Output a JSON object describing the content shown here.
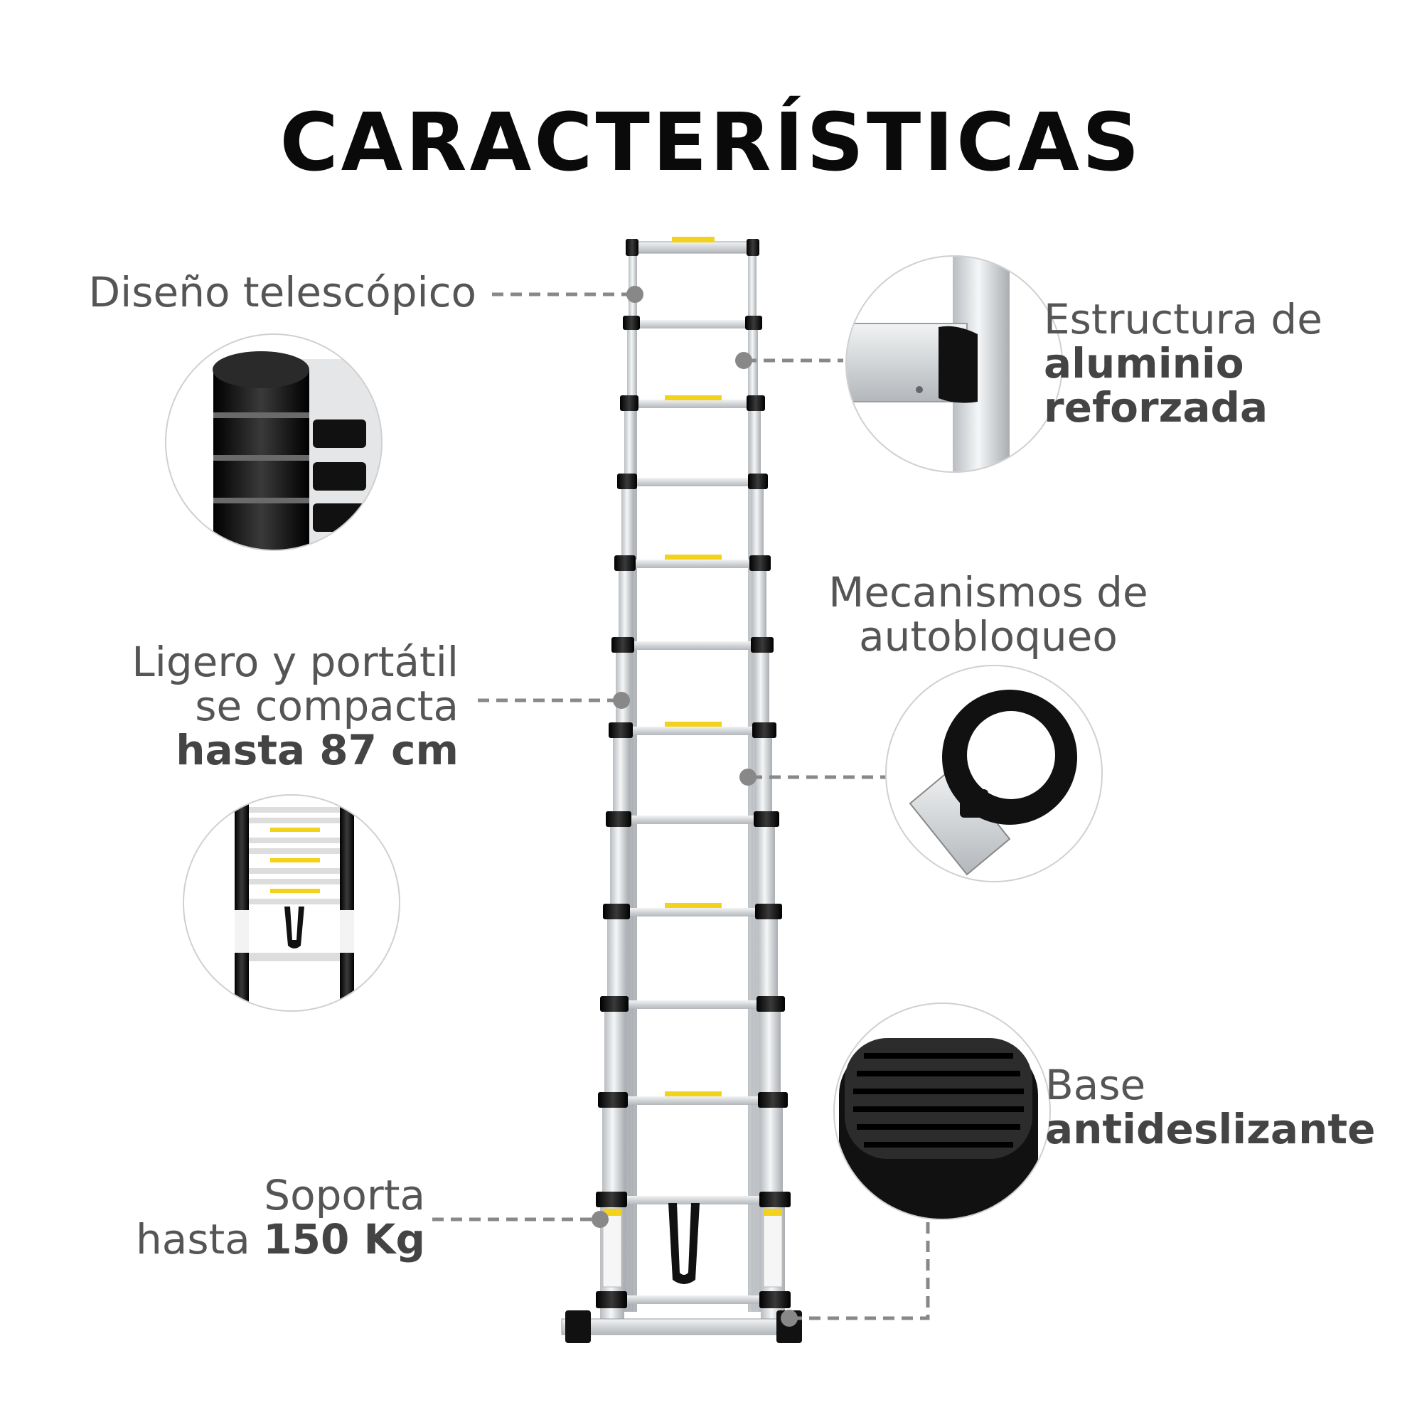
{
  "title": "CARACTERÍSTICAS",
  "features": {
    "telescopic": {
      "text": "Diseño telescópico"
    },
    "aluminum": {
      "line1": "Estructura de",
      "line2": "aluminio",
      "line3": "reforzada"
    },
    "autolock": {
      "line1": "Mecanismos de",
      "line2": "autobloqueo"
    },
    "portable": {
      "line1": "Ligero y portátil",
      "line2": "se compacta",
      "line3": "hasta 87 cm"
    },
    "base": {
      "line1": "Base",
      "line2": "antideslizante"
    },
    "capacity": {
      "line1": "Soporta",
      "line2_normal": "hasta ",
      "line2_bold": "150 Kg"
    }
  },
  "colors": {
    "aluminum": "#d9dcdf",
    "black": "#111111",
    "connector": "#888888",
    "warning_label": "#f2d21b"
  }
}
